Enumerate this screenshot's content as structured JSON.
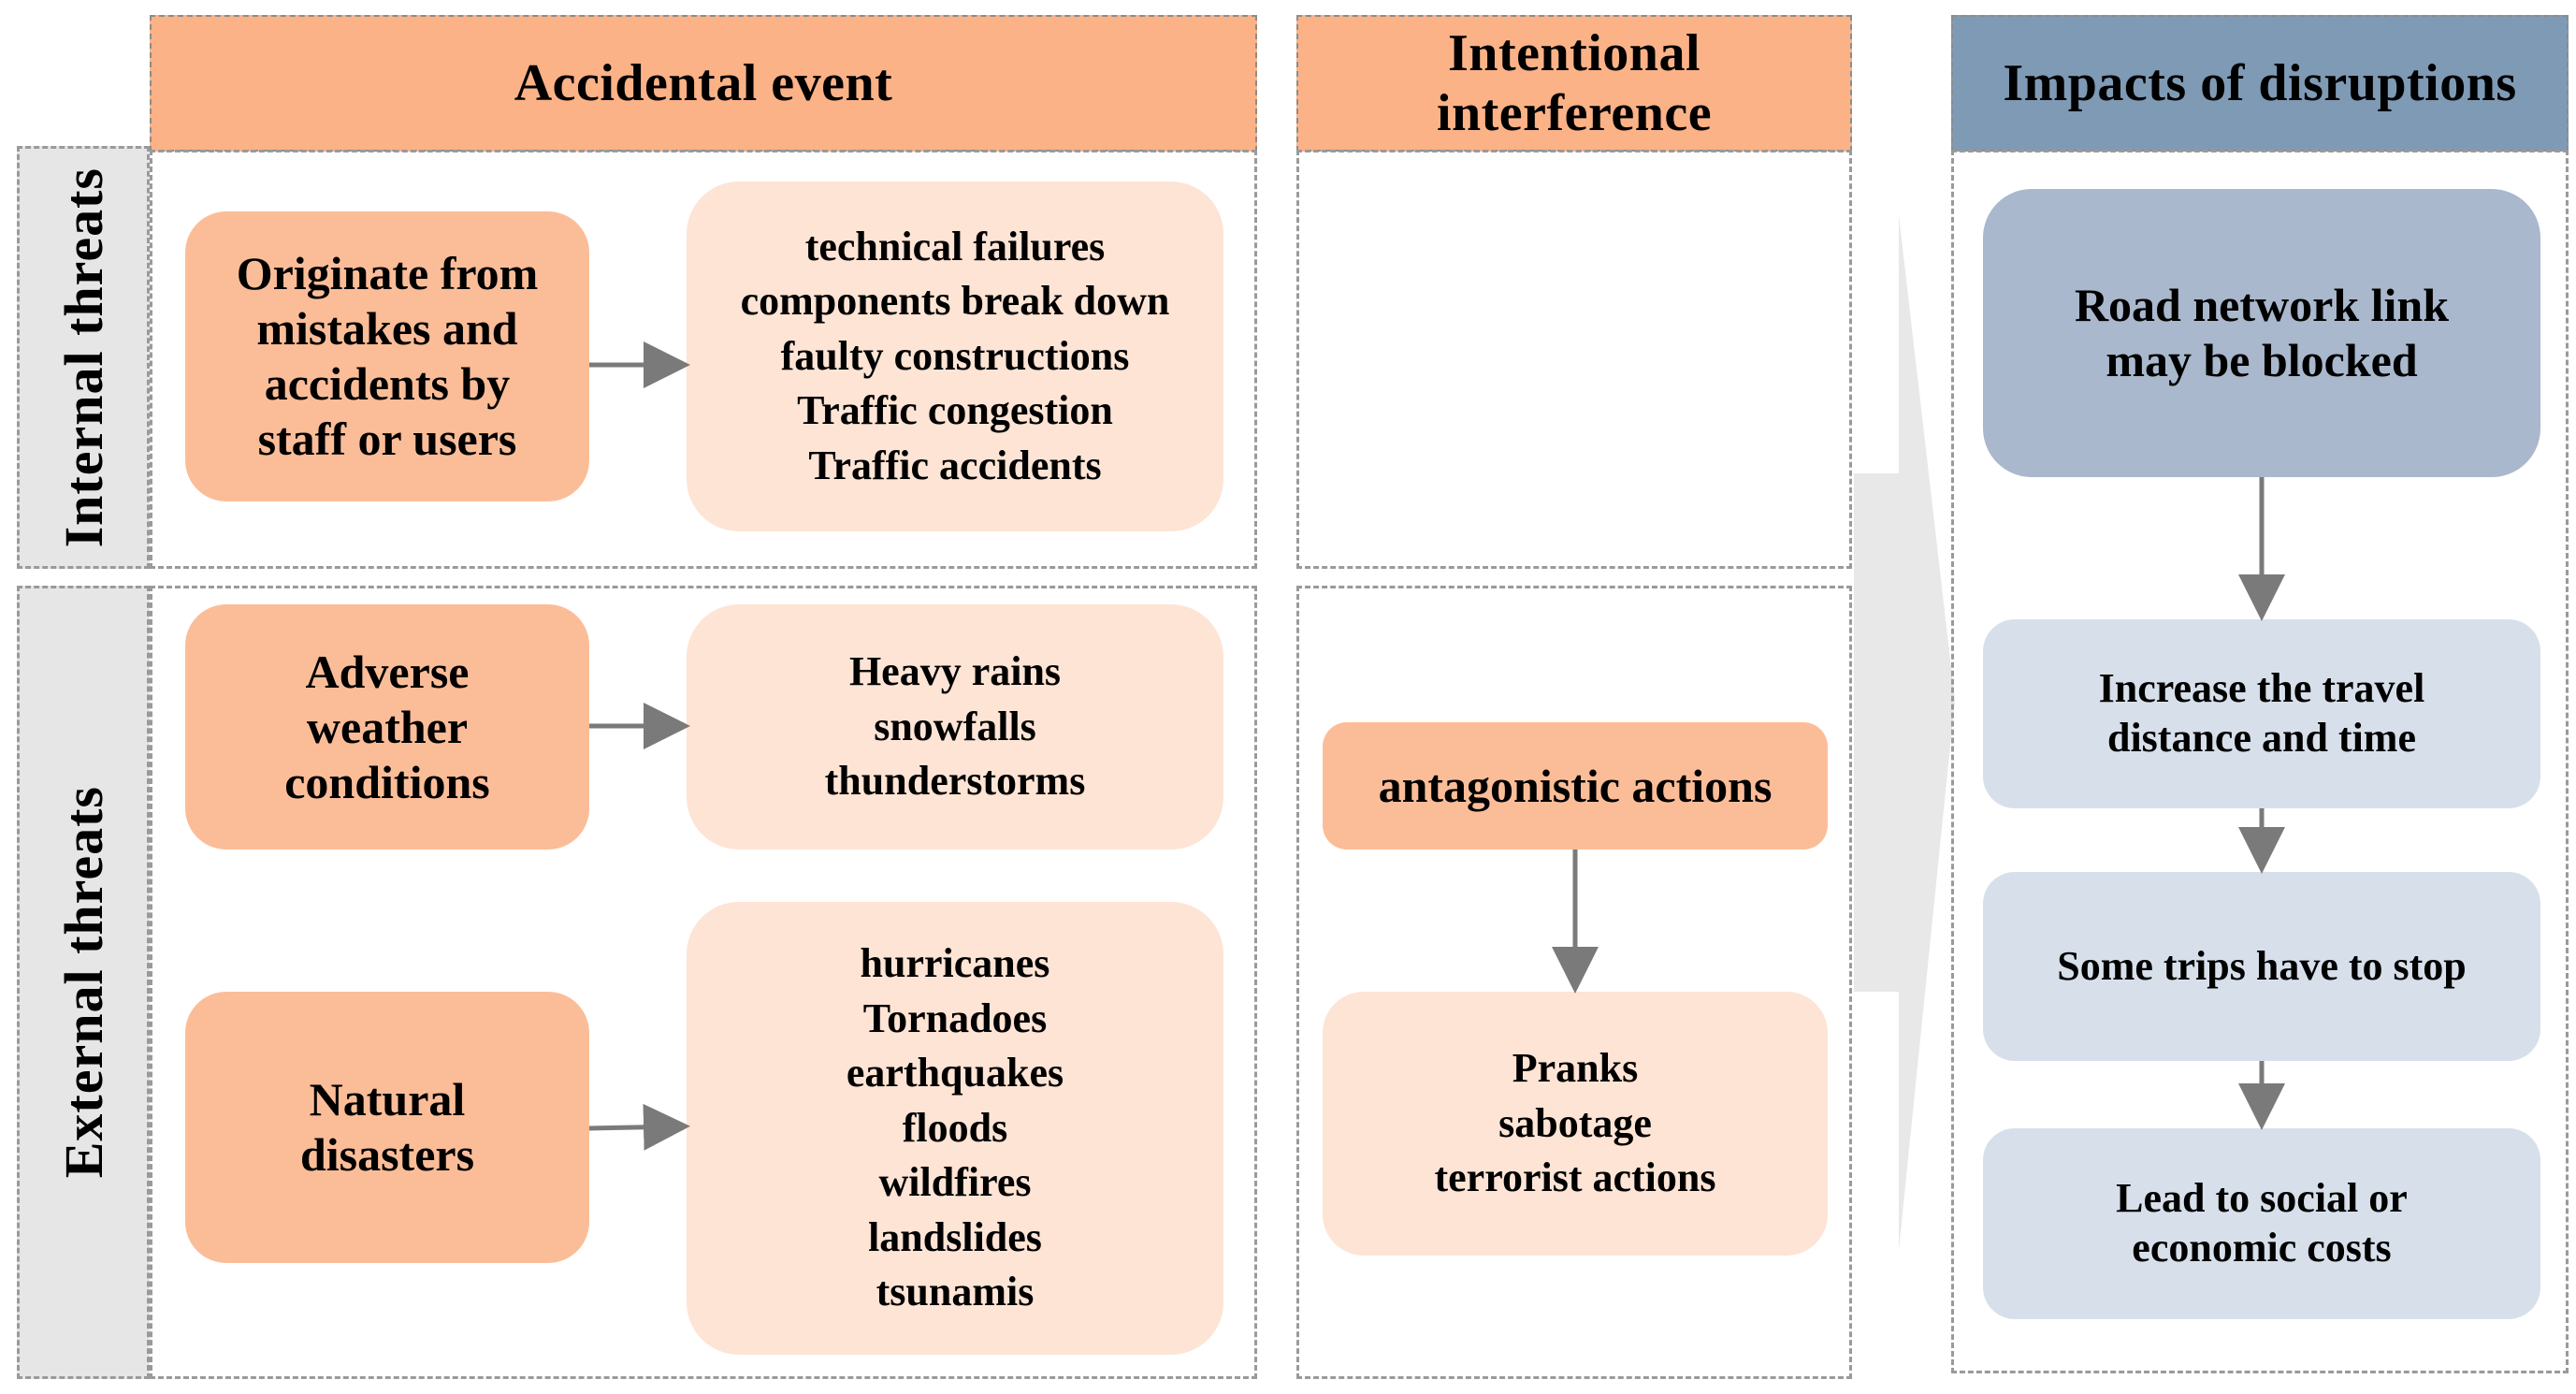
{
  "headers": {
    "accidental": "Accidental event",
    "intentional": "Intentional\ninterference",
    "impacts": "Impacts of disruptions"
  },
  "rows": {
    "internal": "Internal threats",
    "external": "External threats"
  },
  "accidental": {
    "internal_cause": "Originate from\nmistakes and\naccidents by\nstaff or users",
    "internal_examples": "technical failures\ncomponents break down\nfaulty constructions\nTraffic congestion\nTraffic accidents",
    "weather_cause": "Adverse\nweather\nconditions",
    "weather_examples": "Heavy rains\nsnowfalls\nthunderstorms",
    "natural_cause": "Natural\ndisasters",
    "natural_examples": "hurricanes\nTornadoes\nearthquakes\nfloods\nwildfires\nlandslides\ntsunamis"
  },
  "intentional": {
    "cause": "antagonistic actions",
    "examples": "Pranks\nsabotage\nterrorist actions"
  },
  "impacts": {
    "step1": "Road network link\nmay be blocked",
    "step2": "Increase the travel\ndistance  and time",
    "step3": "Some trips have to stop",
    "step4": "Lead to social or\neconomic costs"
  },
  "colors": {
    "header_orange": "#fbb287",
    "header_blue": "#7f9ab5",
    "cause_orange": "#fbbd98",
    "example_peach": "#fde4d5",
    "impact_dark_blue": "#a9b8cc",
    "impact_light_blue": "#d7e0ea",
    "side_gray": "#e6e6e6",
    "arrow_gray": "#7a7a7a"
  }
}
